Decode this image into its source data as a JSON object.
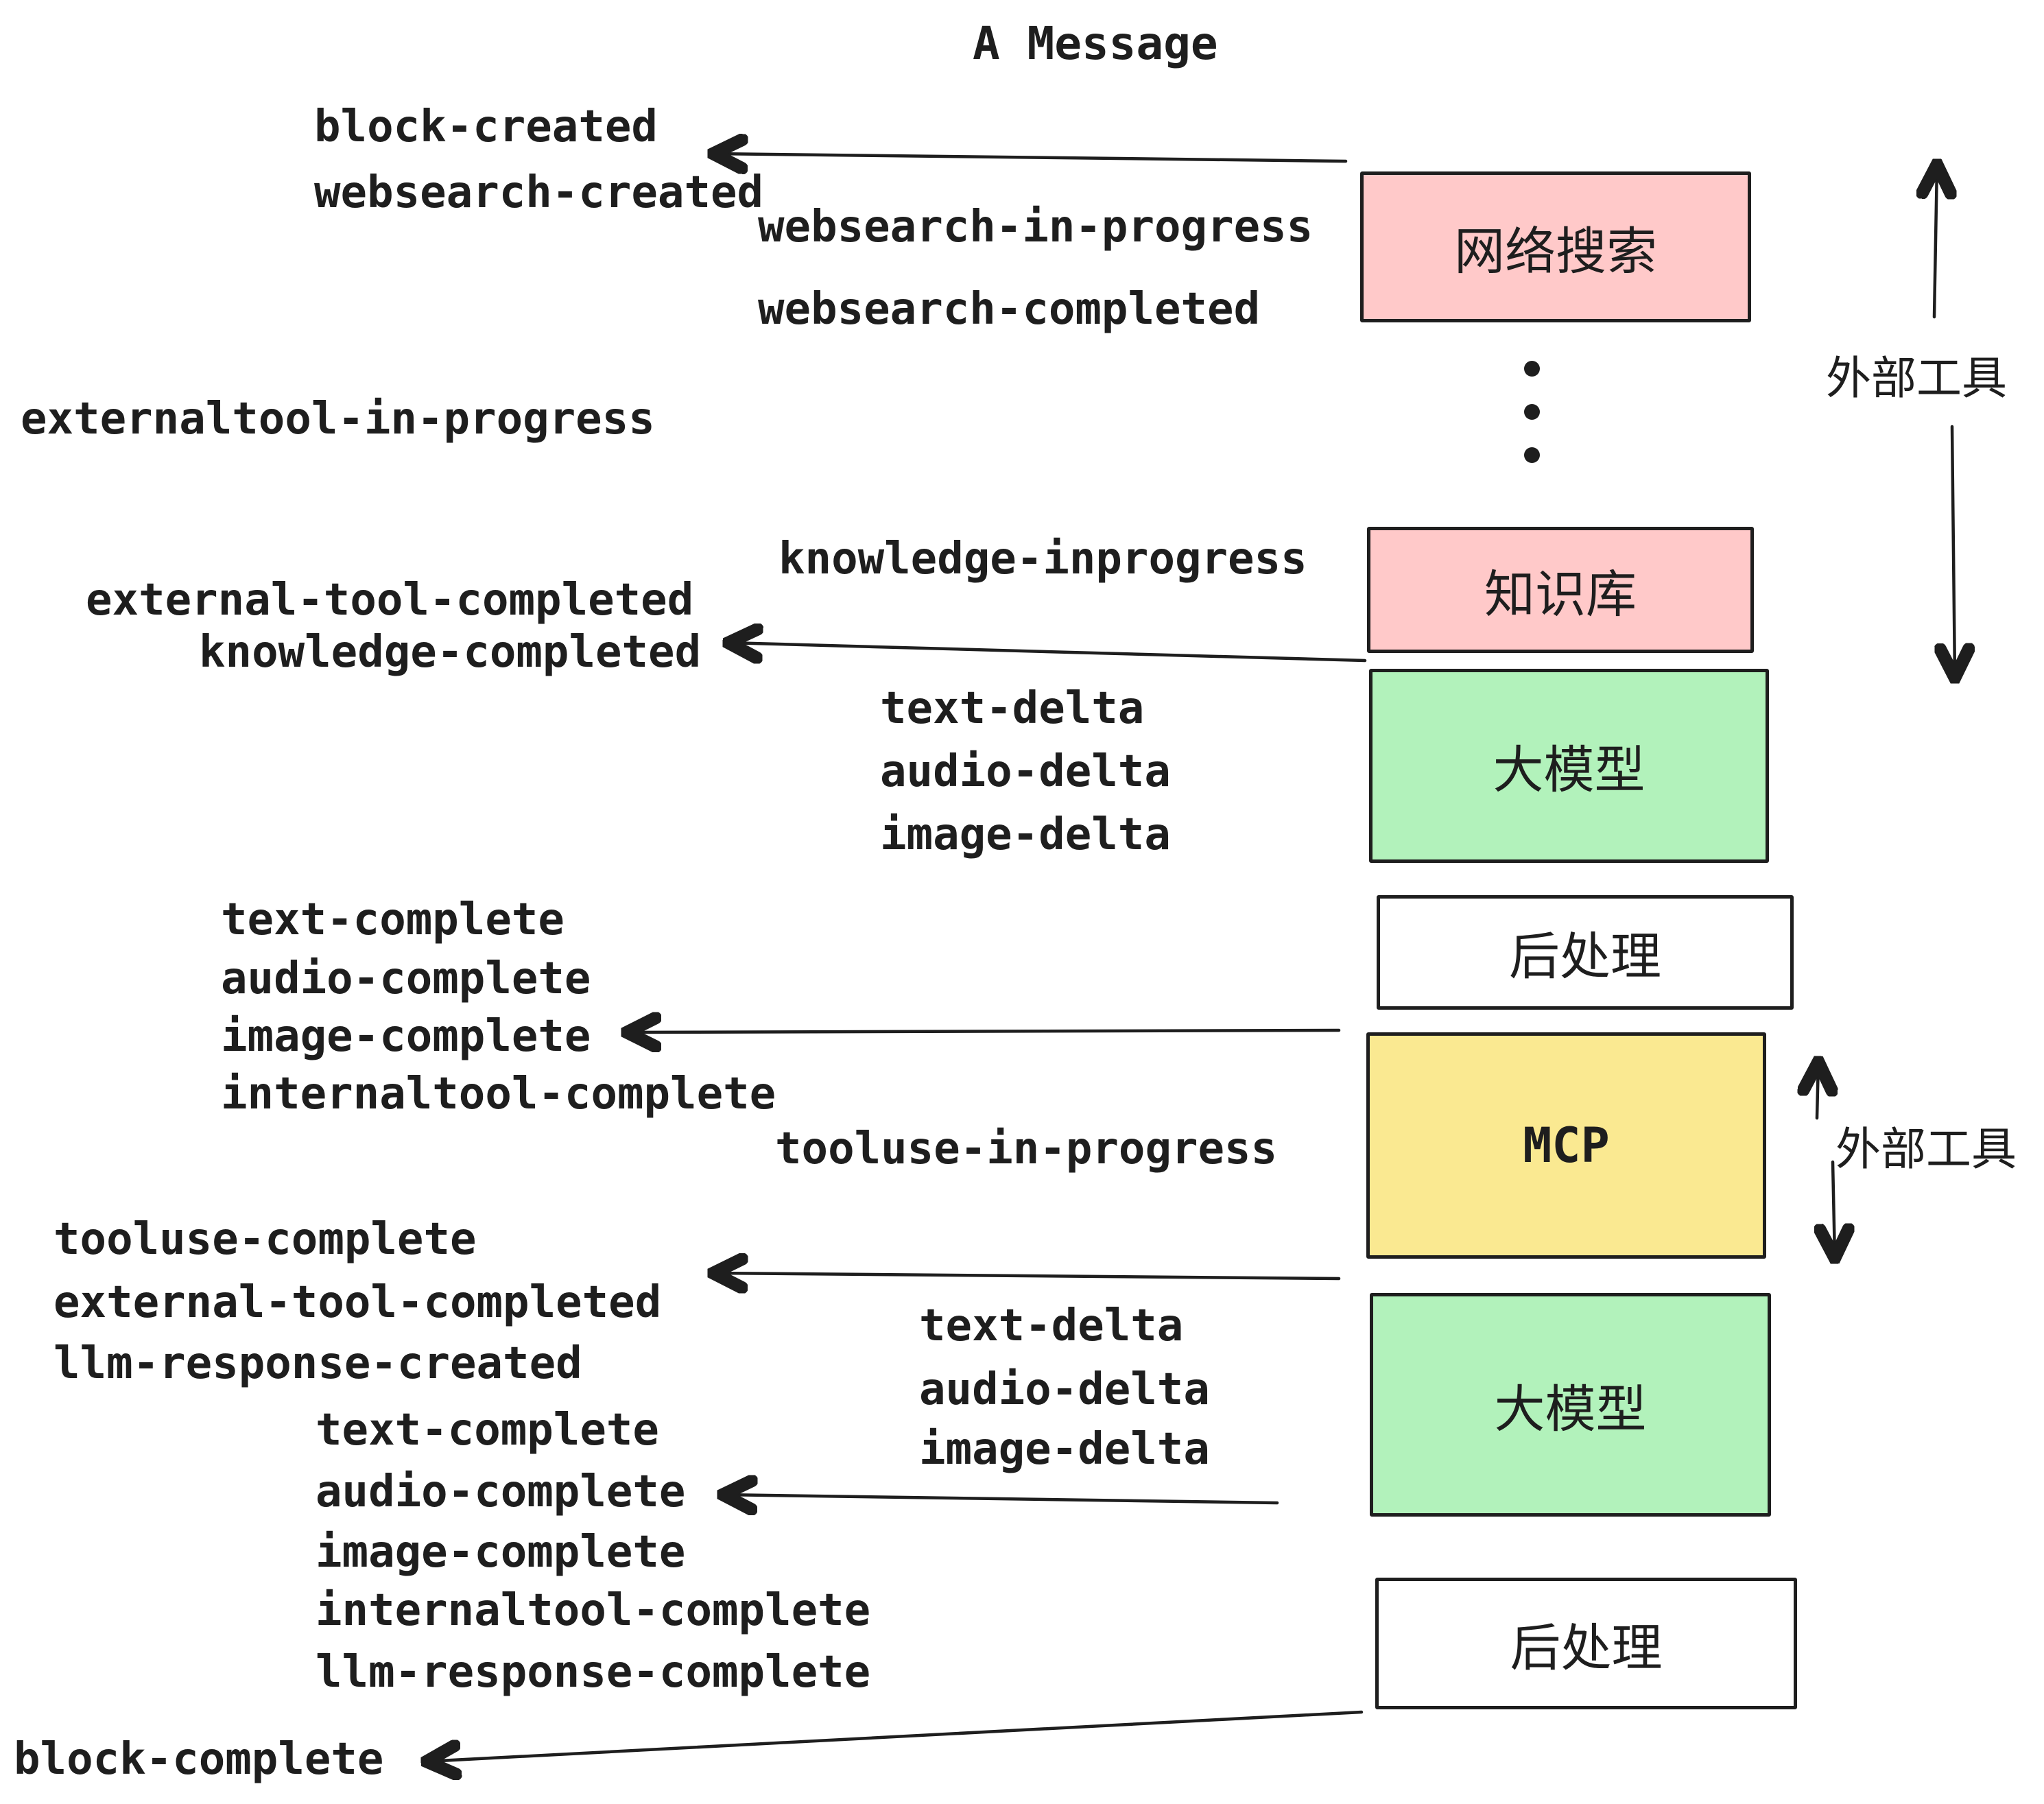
{
  "title": "A Message",
  "colors": {
    "ink": "#1e1e1e",
    "pink": "#ffc9c9",
    "green": "#b2f2bb",
    "yellow": "#fae991",
    "paper": "#ffffff"
  },
  "boxes": {
    "websearch": {
      "label": "网络搜索",
      "color": "#ffc9c9"
    },
    "knowledge": {
      "label": "知识库",
      "color": "#ffc9c9"
    },
    "llm1": {
      "label": "大模型",
      "color": "#b2f2bb"
    },
    "post1": {
      "label": "后处理",
      "color": "#ffffff"
    },
    "mcp": {
      "label": "MCP",
      "color": "#fae991"
    },
    "llm2": {
      "label": "大模型",
      "color": "#b2f2bb"
    },
    "post2": {
      "label": "后处理",
      "color": "#ffffff"
    }
  },
  "side_labels": {
    "external_tools_top": "外部工具",
    "external_tools_bottom": "外部工具"
  },
  "labels": {
    "block_created": "block-created",
    "websearch_created": "websearch-created",
    "websearch_in_progress": "websearch-in-progress",
    "websearch_completed": "websearch-completed",
    "externaltool_in_progress": "externaltool-in-progress",
    "knowledge_inprogress": "knowledge-inprogress",
    "external_tool_completed": "external-tool-completed",
    "knowledge_completed": "knowledge-completed",
    "text_delta": "text-delta",
    "audio_delta": "audio-delta",
    "image_delta": "image-delta",
    "text_complete": "text-complete",
    "audio_complete": "audio-complete",
    "image_complete": "image-complete",
    "internaltool_complete": "internaltool-complete",
    "tooluse_in_progress": "tooluse-in-progress",
    "tooluse_complete": "tooluse-complete",
    "llm_response_created": "llm-response-created",
    "llm_response_complete": "llm-response-complete",
    "block_complete": "block-complete"
  },
  "icons": {
    "ellipsis": "vertical-ellipsis-dots"
  }
}
